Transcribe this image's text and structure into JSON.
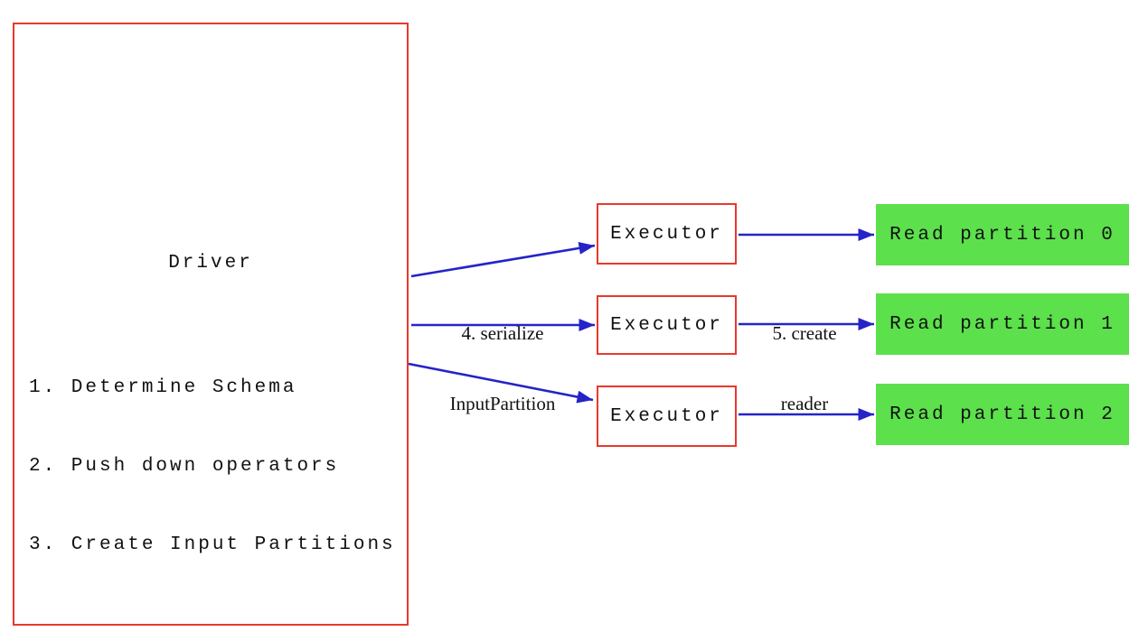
{
  "colors": {
    "box_border_red": "#e8392c",
    "arrow_blue": "#2424c8",
    "partition_green": "#5ce04c",
    "text_black": "#111111"
  },
  "driver": {
    "title": "Driver",
    "steps": [
      "1. Determine Schema",
      "2. Push down operators",
      "3. Create Input Partitions"
    ]
  },
  "executors": [
    {
      "label": "Executor"
    },
    {
      "label": "Executor"
    },
    {
      "label": "Executor"
    }
  ],
  "partitions": [
    {
      "label": "Read partition 0"
    },
    {
      "label": "Read partition 1"
    },
    {
      "label": "Read partition 2"
    }
  ],
  "arrow_labels": {
    "serialize": {
      "line1": "4. serialize",
      "line2": "InputPartition"
    },
    "create_reader": {
      "line1": "5. create",
      "line2": "reader"
    }
  }
}
